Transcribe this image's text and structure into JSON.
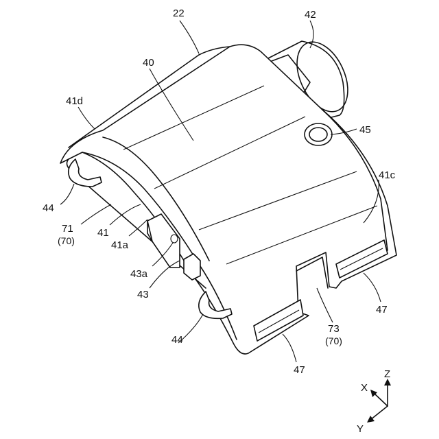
{
  "labels": {
    "l22": "22",
    "l42": "42",
    "l40": "40",
    "l41d": "41d",
    "l45": "45",
    "l41c": "41c",
    "l44_top": "44",
    "l71": "71",
    "l70_left": "(70)",
    "l41": "41",
    "l41a": "41a",
    "l43a": "43a",
    "l43": "43",
    "l44_bottom": "44",
    "l47_right": "47",
    "l73": "73",
    "l70_bottom": "(70)",
    "l47_left": "47"
  },
  "axes": {
    "x": "X",
    "y": "Y",
    "z": "Z"
  }
}
